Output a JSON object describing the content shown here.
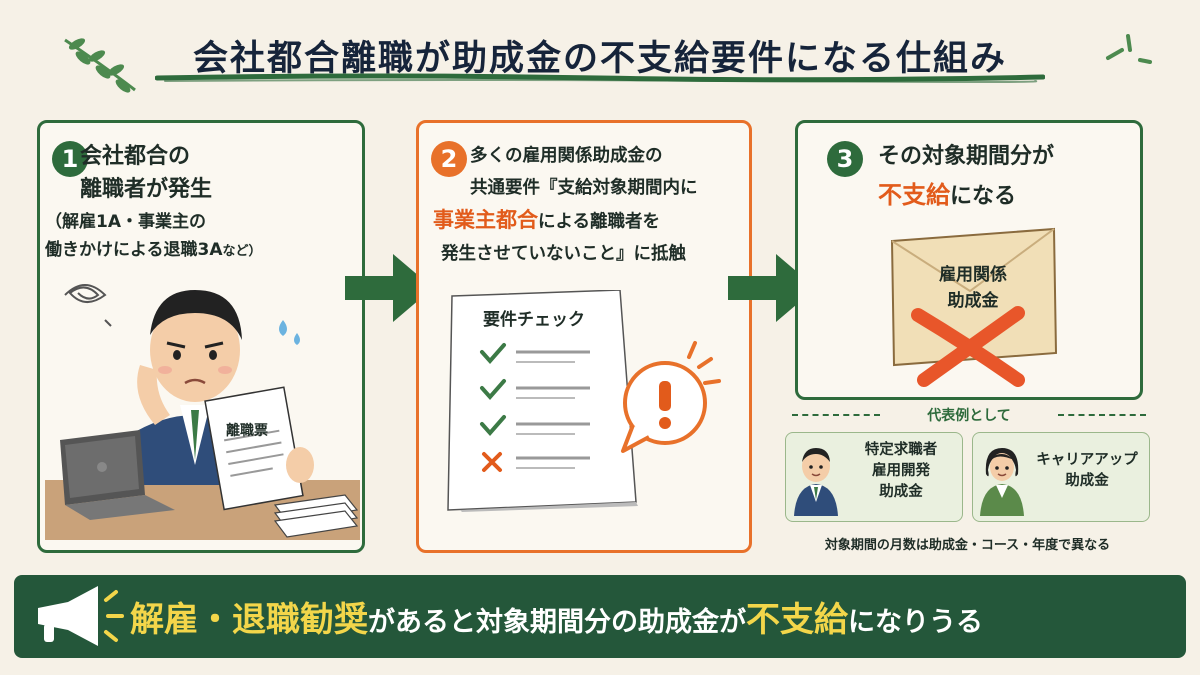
{
  "title": "会社都合離職が助成金の不支給要件になる仕組み",
  "step1": {
    "number": "1",
    "heading_line1": "会社都合の",
    "heading_line2": "離職者が発生",
    "detail_line1": "（解雇1A・事業主の",
    "detail_line2_main": "働きかけによる退職3A",
    "detail_line2_small": "など）",
    "slip_label": "離職票"
  },
  "step2": {
    "number": "2",
    "line1": "多くの雇用関係助成金の",
    "line2": "共通要件『支給対象期間内に",
    "line3_emph": "事業主都合",
    "line3_rest": "による離職者を",
    "line4": "発生させていないこと』に抵触",
    "checklist_title": "要件チェック"
  },
  "step3": {
    "number": "3",
    "line1": "その対象期間分が",
    "line2_emph": "不支給",
    "line2_rest": "になる",
    "envelope_line1": "雇用関係",
    "envelope_line2": "助成金"
  },
  "examples": {
    "title": "代表例として",
    "card1_line1": "特定求職者",
    "card1_line2": "雇用開発",
    "card1_line3": "助成金",
    "card2_line1": "キャリアアップ",
    "card2_line2": "助成金",
    "note": "対象期間の月数は助成金・コース・年度で異なる"
  },
  "banner": {
    "emph1": "解雇・退職勧奨",
    "text1": "があると対象期間分の助成金が",
    "emph2": "不支給",
    "text2": "になりうる"
  },
  "colors": {
    "green": "#2e6b3c",
    "orange": "#e8712a",
    "emphasis_red": "#e25b1b",
    "banner_bg": "#24573a",
    "banner_yellow": "#f3d64a",
    "background": "#f6f1e7"
  },
  "icons": [
    "leaf-icon",
    "sparkle-icon",
    "arrow-right-icon",
    "checklist-icon",
    "check-icon",
    "x-mark-icon",
    "exclamation-icon",
    "envelope-icon",
    "cross-mark-icon",
    "worried-man-icon",
    "laptop-icon",
    "paper-stack-icon",
    "man-avatar-icon",
    "woman-avatar-icon",
    "megaphone-icon"
  ]
}
